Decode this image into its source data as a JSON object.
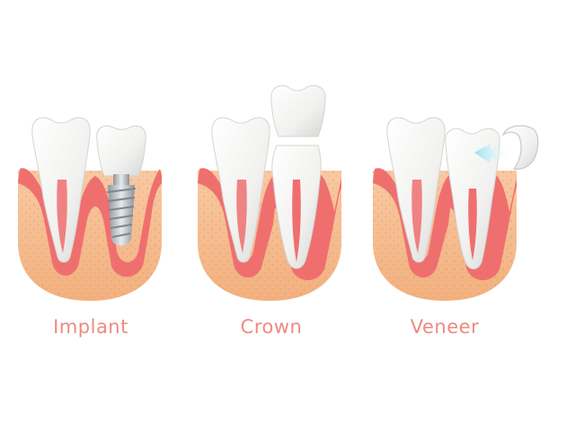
{
  "diagram": {
    "panels": [
      {
        "id": "implant",
        "label": "Implant"
      },
      {
        "id": "crown",
        "label": "Crown"
      },
      {
        "id": "veneer",
        "label": "Veneer"
      }
    ]
  },
  "colors": {
    "label": "#ee8a80",
    "bone": "#f5b98a",
    "bone_dots": "#e08e5c",
    "gum": "#ef6f6f",
    "gum_light": "#f9c3c0",
    "tooth": "#f4f4f2",
    "tooth_shadow": "#d9d9d6",
    "metal": "#b8bec4",
    "veneer_arrow": "#7fd6e6"
  },
  "icons": [
    "implant-diagram-icon",
    "crown-diagram-icon",
    "veneer-diagram-icon"
  ]
}
